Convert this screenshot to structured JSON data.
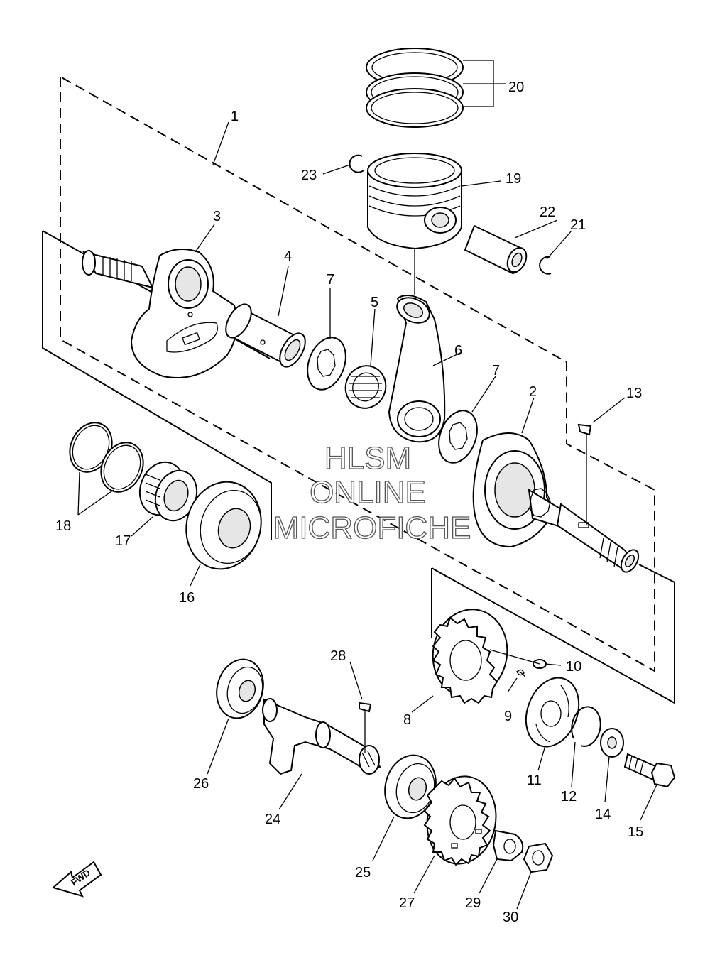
{
  "watermark": {
    "line1": "HLSM",
    "line2": "ONLINE",
    "line3": "MICROFICHE"
  },
  "fwd_label": "FWD",
  "callouts": {
    "c1": "1",
    "c2": "2",
    "c3": "3",
    "c4": "4",
    "c5": "5",
    "c6": "6",
    "c7a": "7",
    "c7b": "7",
    "c8": "8",
    "c9": "9",
    "c10": "10",
    "c11": "11",
    "c12": "12",
    "c13": "13",
    "c14": "14",
    "c15": "15",
    "c16": "16",
    "c17": "17",
    "c18": "18",
    "c19": "19",
    "c20": "20",
    "c21": "21",
    "c22": "22",
    "c23": "23",
    "c24": "24",
    "c25": "25",
    "c26": "26",
    "c27": "27",
    "c28": "28",
    "c29": "29",
    "c30": "30"
  }
}
